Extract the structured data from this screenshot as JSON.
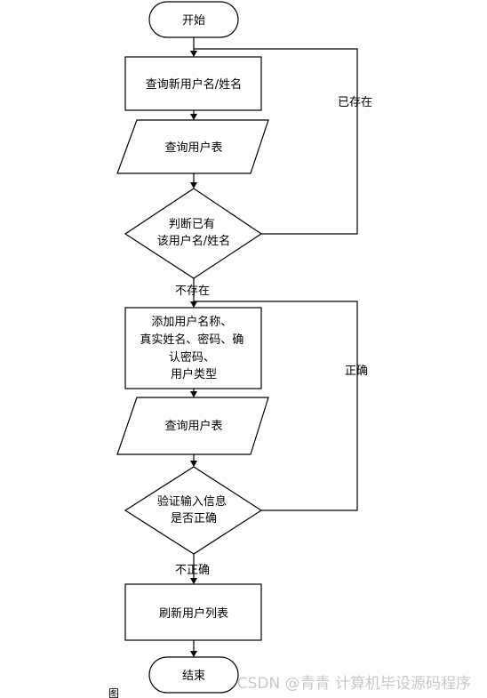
{
  "flowchart": {
    "nodes": {
      "start": "开始",
      "query_new_user": "查询新用户名/姓名",
      "query_user_table_1": "查询用户表",
      "check_exists": [
        "判断已有",
        "该用户名/姓名"
      ],
      "add_user_info": [
        "添加用户名称、",
        "真实姓名、密码、确",
        "认密码、",
        "用户类型"
      ],
      "query_user_table_2": "查询用户表",
      "verify_info": [
        "验证输入信息",
        "是否正确"
      ],
      "refresh_list": "刷新用户列表",
      "end": "结束"
    },
    "edge_labels": {
      "already_exists": "已存在",
      "not_exists": "不存在",
      "correct": "正确",
      "incorrect": "不正确"
    }
  },
  "watermark": "CSDN @青青  计算机毕设源码程序",
  "caption": "图"
}
